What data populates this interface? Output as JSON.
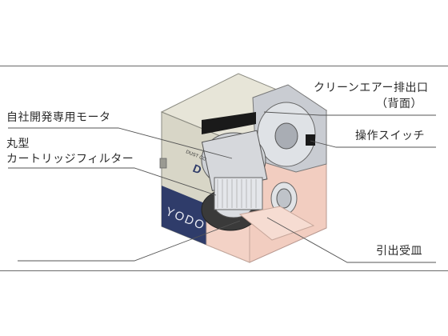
{
  "labels": {
    "motor": "自社開発専用モータ",
    "filter_line1": "丸型",
    "filter_line2": "カートリッジフィルター",
    "exhaust_line1": "クリーンエアー排出口",
    "exhaust_line2": "（背面）",
    "switch": "操作スイッチ",
    "tray": "引出受皿"
  },
  "device": {
    "brand_text": "YODO",
    "panel_text": "DUST CO",
    "logo_text": "D"
  },
  "colors": {
    "body_beige": "#d8d6c7",
    "body_top": "#e7e5d8",
    "navy_band": "#2f3c6a",
    "pink_cutaway": "#f2cdc0",
    "leader_line": "#555555"
  }
}
